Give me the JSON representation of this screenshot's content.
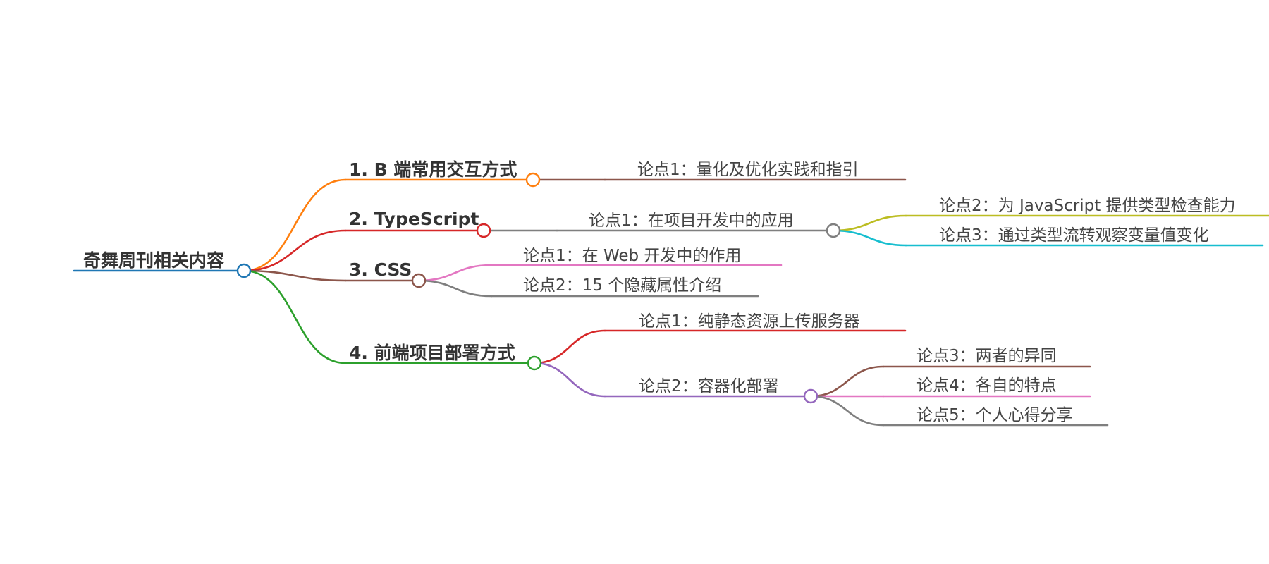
{
  "root": {
    "label": "奇舞周刊相关内容",
    "color": "#1f77b4"
  },
  "branches": [
    {
      "label": "1. B 端常用交互方式",
      "color": "#ff7f0e",
      "children": [
        {
          "label": "论点1：量化及优化实践和指引",
          "color": "#8c564b"
        }
      ]
    },
    {
      "label": "2. TypeScript",
      "color": "#d62728",
      "children": [
        {
          "label": "论点1：在项目开发中的应用",
          "color": "#7f7f7f",
          "children": [
            {
              "label": "论点2：为 JavaScript 提供类型检查能力",
              "color": "#bcbd22"
            },
            {
              "label": "论点3：通过类型流转观察变量值变化",
              "color": "#17becf"
            }
          ]
        }
      ]
    },
    {
      "label": "3. CSS",
      "color": "#8c564b",
      "children": [
        {
          "label": "论点1：在 Web 开发中的作用",
          "color": "#e377c2"
        },
        {
          "label": "论点2：15 个隐藏属性介绍",
          "color": "#7f7f7f"
        }
      ]
    },
    {
      "label": "4. 前端项目部署方式",
      "color": "#2ca02c",
      "children": [
        {
          "label": "论点1：纯静态资源上传服务器",
          "color": "#d62728"
        },
        {
          "label": "论点2：容器化部署",
          "color": "#9467bd",
          "children": [
            {
              "label": "论点3：两者的异同",
              "color": "#8c564b"
            },
            {
              "label": "论点4：各自的特点",
              "color": "#e377c2"
            },
            {
              "label": "论点5：个人心得分享",
              "color": "#7f7f7f"
            }
          ]
        }
      ]
    }
  ]
}
